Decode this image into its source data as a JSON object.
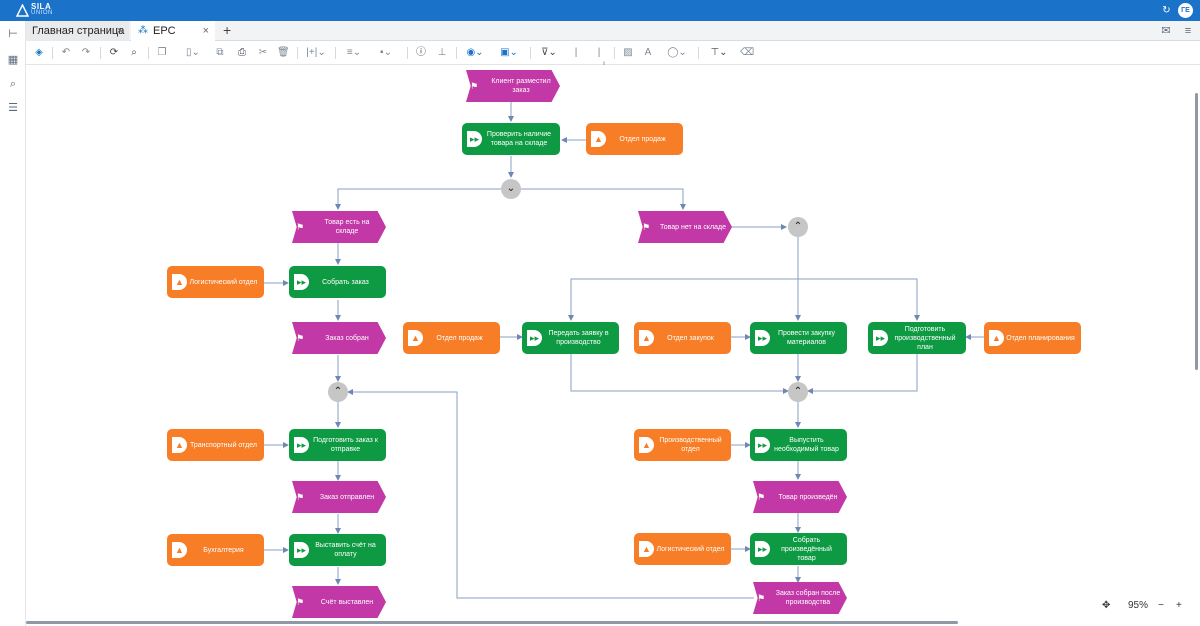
{
  "header": {
    "logo_line1": "SILA",
    "logo_line2": "UNION",
    "user_initials": "ГЕ"
  },
  "tabs": [
    {
      "label": "Главная страница"
    },
    {
      "label": "EPC"
    }
  ],
  "icons": {
    "close": "×",
    "add": "+",
    "event": "⚑",
    "function": "▸▸",
    "org": "▲",
    "gw_split": "⌄",
    "gw_join": "⌃"
  },
  "colors": {
    "event": "#c238a6",
    "function": "#0e9a43",
    "org": "#f77d26",
    "gateway": "#c6c6c6",
    "accent": "#1a73c8"
  },
  "diagram": {
    "nodes": {
      "e_client": "Клиент разместил заказ",
      "f_check": "Проверить наличие товара на складе",
      "o_sales1": "Отдел продаж",
      "e_instock": "Товар есть на складе",
      "e_nostock": "Товар нет на складе",
      "o_logistic1": "Логистический отдел",
      "f_collect": "Собрать заказ",
      "e_collected": "Заказ собран",
      "o_sales2": "Отдел продаж",
      "f_pass": "Передать заявку в производство",
      "o_purchase": "Отдел закупок",
      "f_buy": "Провести закупку материалов",
      "f_plan": "Подготовить производственный план",
      "o_planning": "Отдел планирования",
      "o_transport": "Транспортный отдел",
      "f_prepare": "Подготовить заказ к отправке",
      "o_production": "Производственный отдел",
      "f_produce": "Выпустить необходимый товар",
      "e_shipped": "Заказ отправлен",
      "e_produced": "Товар произведён",
      "o_accounting": "Бухгалтерия",
      "f_invoice": "Выставить счёт на оплату",
      "o_logistic2": "Логистический отдел",
      "f_collect_prod": "Собрать произведённый товар",
      "e_invoiced": "Счёт выставлен",
      "e_collected_prod": "Заказ собран после производства"
    }
  },
  "zoom": {
    "level": "95%",
    "minus": "−",
    "plus": "+"
  }
}
